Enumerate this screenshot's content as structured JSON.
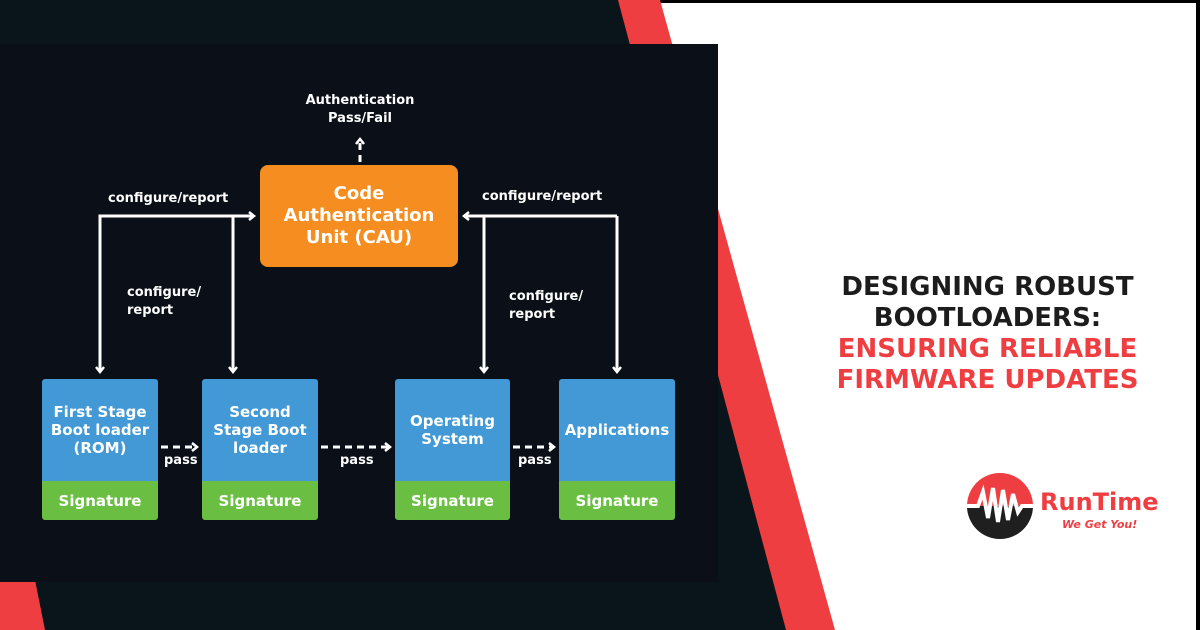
{
  "diagram": {
    "auth_result": [
      "Authentication",
      "Pass/Fail"
    ],
    "cau": "Code Authentication Unit (CAU)",
    "configure_report": "configure/report",
    "configure_report_split": [
      "configure/",
      "report"
    ],
    "pass": "pass",
    "stages": [
      {
        "name": "First Stage Boot loader (ROM)",
        "signature": "Signature"
      },
      {
        "name": "Second Stage Boot loader",
        "signature": "Signature"
      },
      {
        "name": "Operating System",
        "signature": "Signature"
      },
      {
        "name": "Applications",
        "signature": "Signature"
      }
    ]
  },
  "headline": {
    "line1": "DESIGNING ROBUST",
    "line2": "BOOTLOADERS:",
    "line3": "ENSURING RELIABLE",
    "line4": "FIRMWARE UPDATES"
  },
  "brand": {
    "name": "RunTime",
    "tagline": "We Get You!"
  },
  "colors": {
    "red": "#ef3e42",
    "orange": "#f68d20",
    "blue": "#4299d5",
    "green": "#6abf43",
    "dark": "#0b0f18"
  }
}
